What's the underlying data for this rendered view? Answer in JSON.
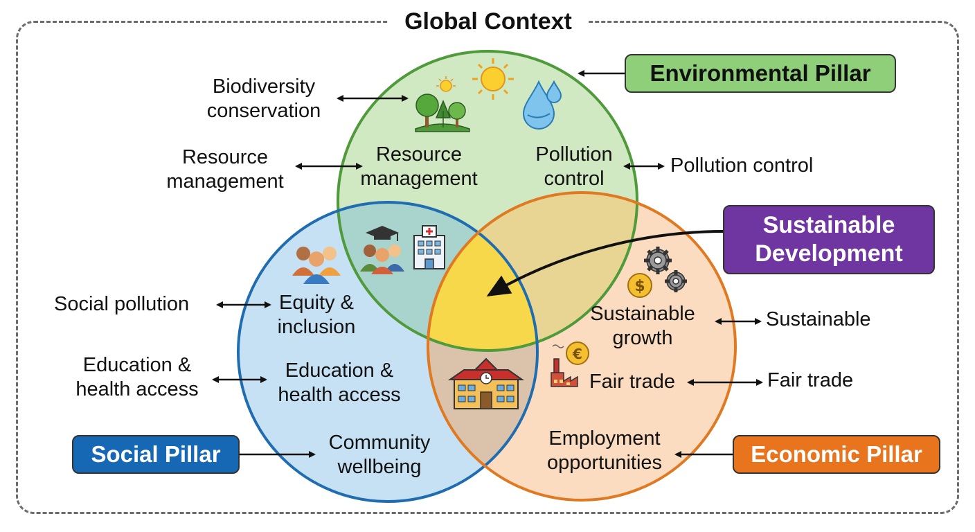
{
  "global_context": {
    "title": "Global Context"
  },
  "colors": {
    "environmental_fill": "#cfe8c0",
    "environmental_stroke": "#4f9a3a",
    "social_fill": "#bcdcf2",
    "social_stroke": "#1f6db0",
    "economic_fill": "#f9cfa8",
    "economic_stroke": "#e07a22",
    "center_fill": "#f6d84a",
    "env_pill": "#8fcf7a",
    "soc_pill": "#1668b4",
    "eco_pill": "#e8741e",
    "sd_pill": "#6f35a0"
  },
  "pillars": {
    "environmental": {
      "label": "Environmental Pillar"
    },
    "social": {
      "label": "Social Pillar"
    },
    "economic": {
      "label": "Economic Pillar"
    },
    "sustainable": {
      "label": "Sustainable\nDevelopment"
    }
  },
  "inside": {
    "env_resource": "Resource\nmanagement",
    "env_pollution": "Pollution\ncontrol",
    "soc_equity": "Equity &\ninclusion",
    "soc_education": "Education &\nhealth access",
    "soc_community": "Community\nwellbeing",
    "eco_growth": "Sustainable\ngrowth",
    "eco_fairtrade": "Fair trade",
    "eco_employment": "Employment\nopportunities"
  },
  "outside": {
    "biodiversity": "Biodiversity\nconservation",
    "resource": "Resource\nmanagement",
    "pollution": "Pollution control",
    "social_pollution": "Social pollution",
    "education": "Education &\nhealth access",
    "sustainable": "Sustainable",
    "fairtrade": "Fair trade"
  },
  "icons": {
    "sun": "sun-icon",
    "trees": "trees-icon",
    "water": "water-drop-icon",
    "grad": "graduation-people-icon",
    "hospital": "hospital-icon",
    "people": "people-icon",
    "school": "school-icon",
    "gears": "gears-coin-icon",
    "factory": "factory-euro-icon"
  }
}
